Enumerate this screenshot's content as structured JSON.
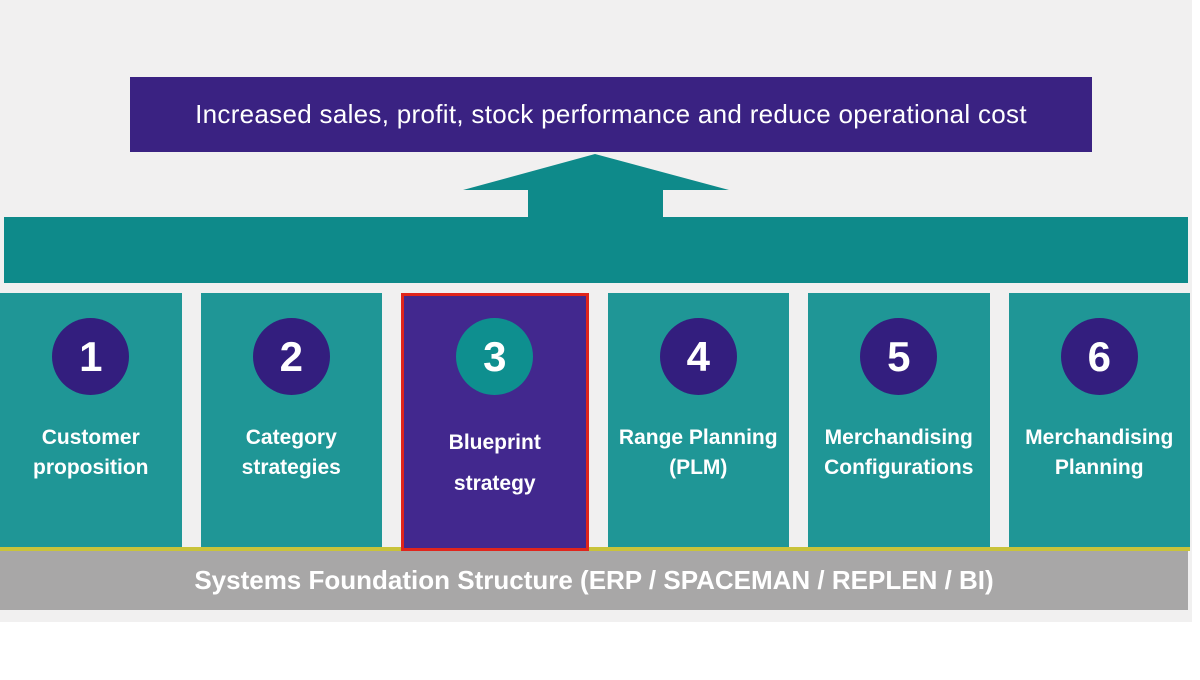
{
  "banner": {
    "text": "Increased sales, profit, stock performance and reduce operational cost"
  },
  "stages": [
    {
      "number": "1",
      "label": "Customer\nproposition",
      "highlighted": false
    },
    {
      "number": "2",
      "label": "Category\nstrategies",
      "highlighted": false
    },
    {
      "number": "3",
      "label": "Blueprint\nstrategy",
      "highlighted": true
    },
    {
      "number": "4",
      "label": "Range Planning\n(PLM)",
      "highlighted": false
    },
    {
      "number": "5",
      "label": "Merchandising\nConfigurations",
      "highlighted": false
    },
    {
      "number": "6",
      "label": "Merchandising\nPlanning",
      "highlighted": false
    }
  ],
  "foundation": {
    "text": "Systems Foundation Structure (ERP / SPACEMAN / REPLEN / BI)"
  },
  "colors": {
    "banner_purple": "#3A2282",
    "teal_bar": "#0E8A8A",
    "box_teal": "#1F9696",
    "badge_purple": "#331E7E",
    "highlight_purple": "#42288E",
    "highlight_border_red": "#E0251C",
    "highlight_badge_teal": "#0E8F8F",
    "foundation_gray": "#A8A7A7",
    "accent_yellow_line": "#C9C33A",
    "slide_background": "#F1F0F0",
    "text_white": "#FFFFFF"
  }
}
